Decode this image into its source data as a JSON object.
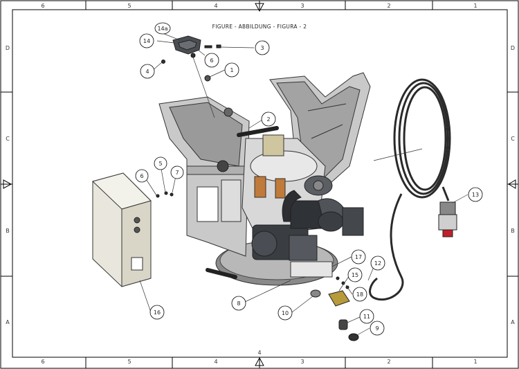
{
  "title": "FIGURE - ABBILDUNG - FIGURA - 2",
  "columns": [
    "6",
    "5",
    "4",
    "3",
    "2",
    "1"
  ],
  "rows": [
    "D",
    "C",
    "B",
    "A"
  ],
  "bottom_center": "4",
  "callouts": [
    "14a",
    "14",
    "3",
    "6",
    "4",
    "1",
    "2",
    "5",
    "6",
    "7",
    "13",
    "17",
    "12",
    "15",
    "18",
    "8",
    "10",
    "11",
    "9",
    "16"
  ]
}
